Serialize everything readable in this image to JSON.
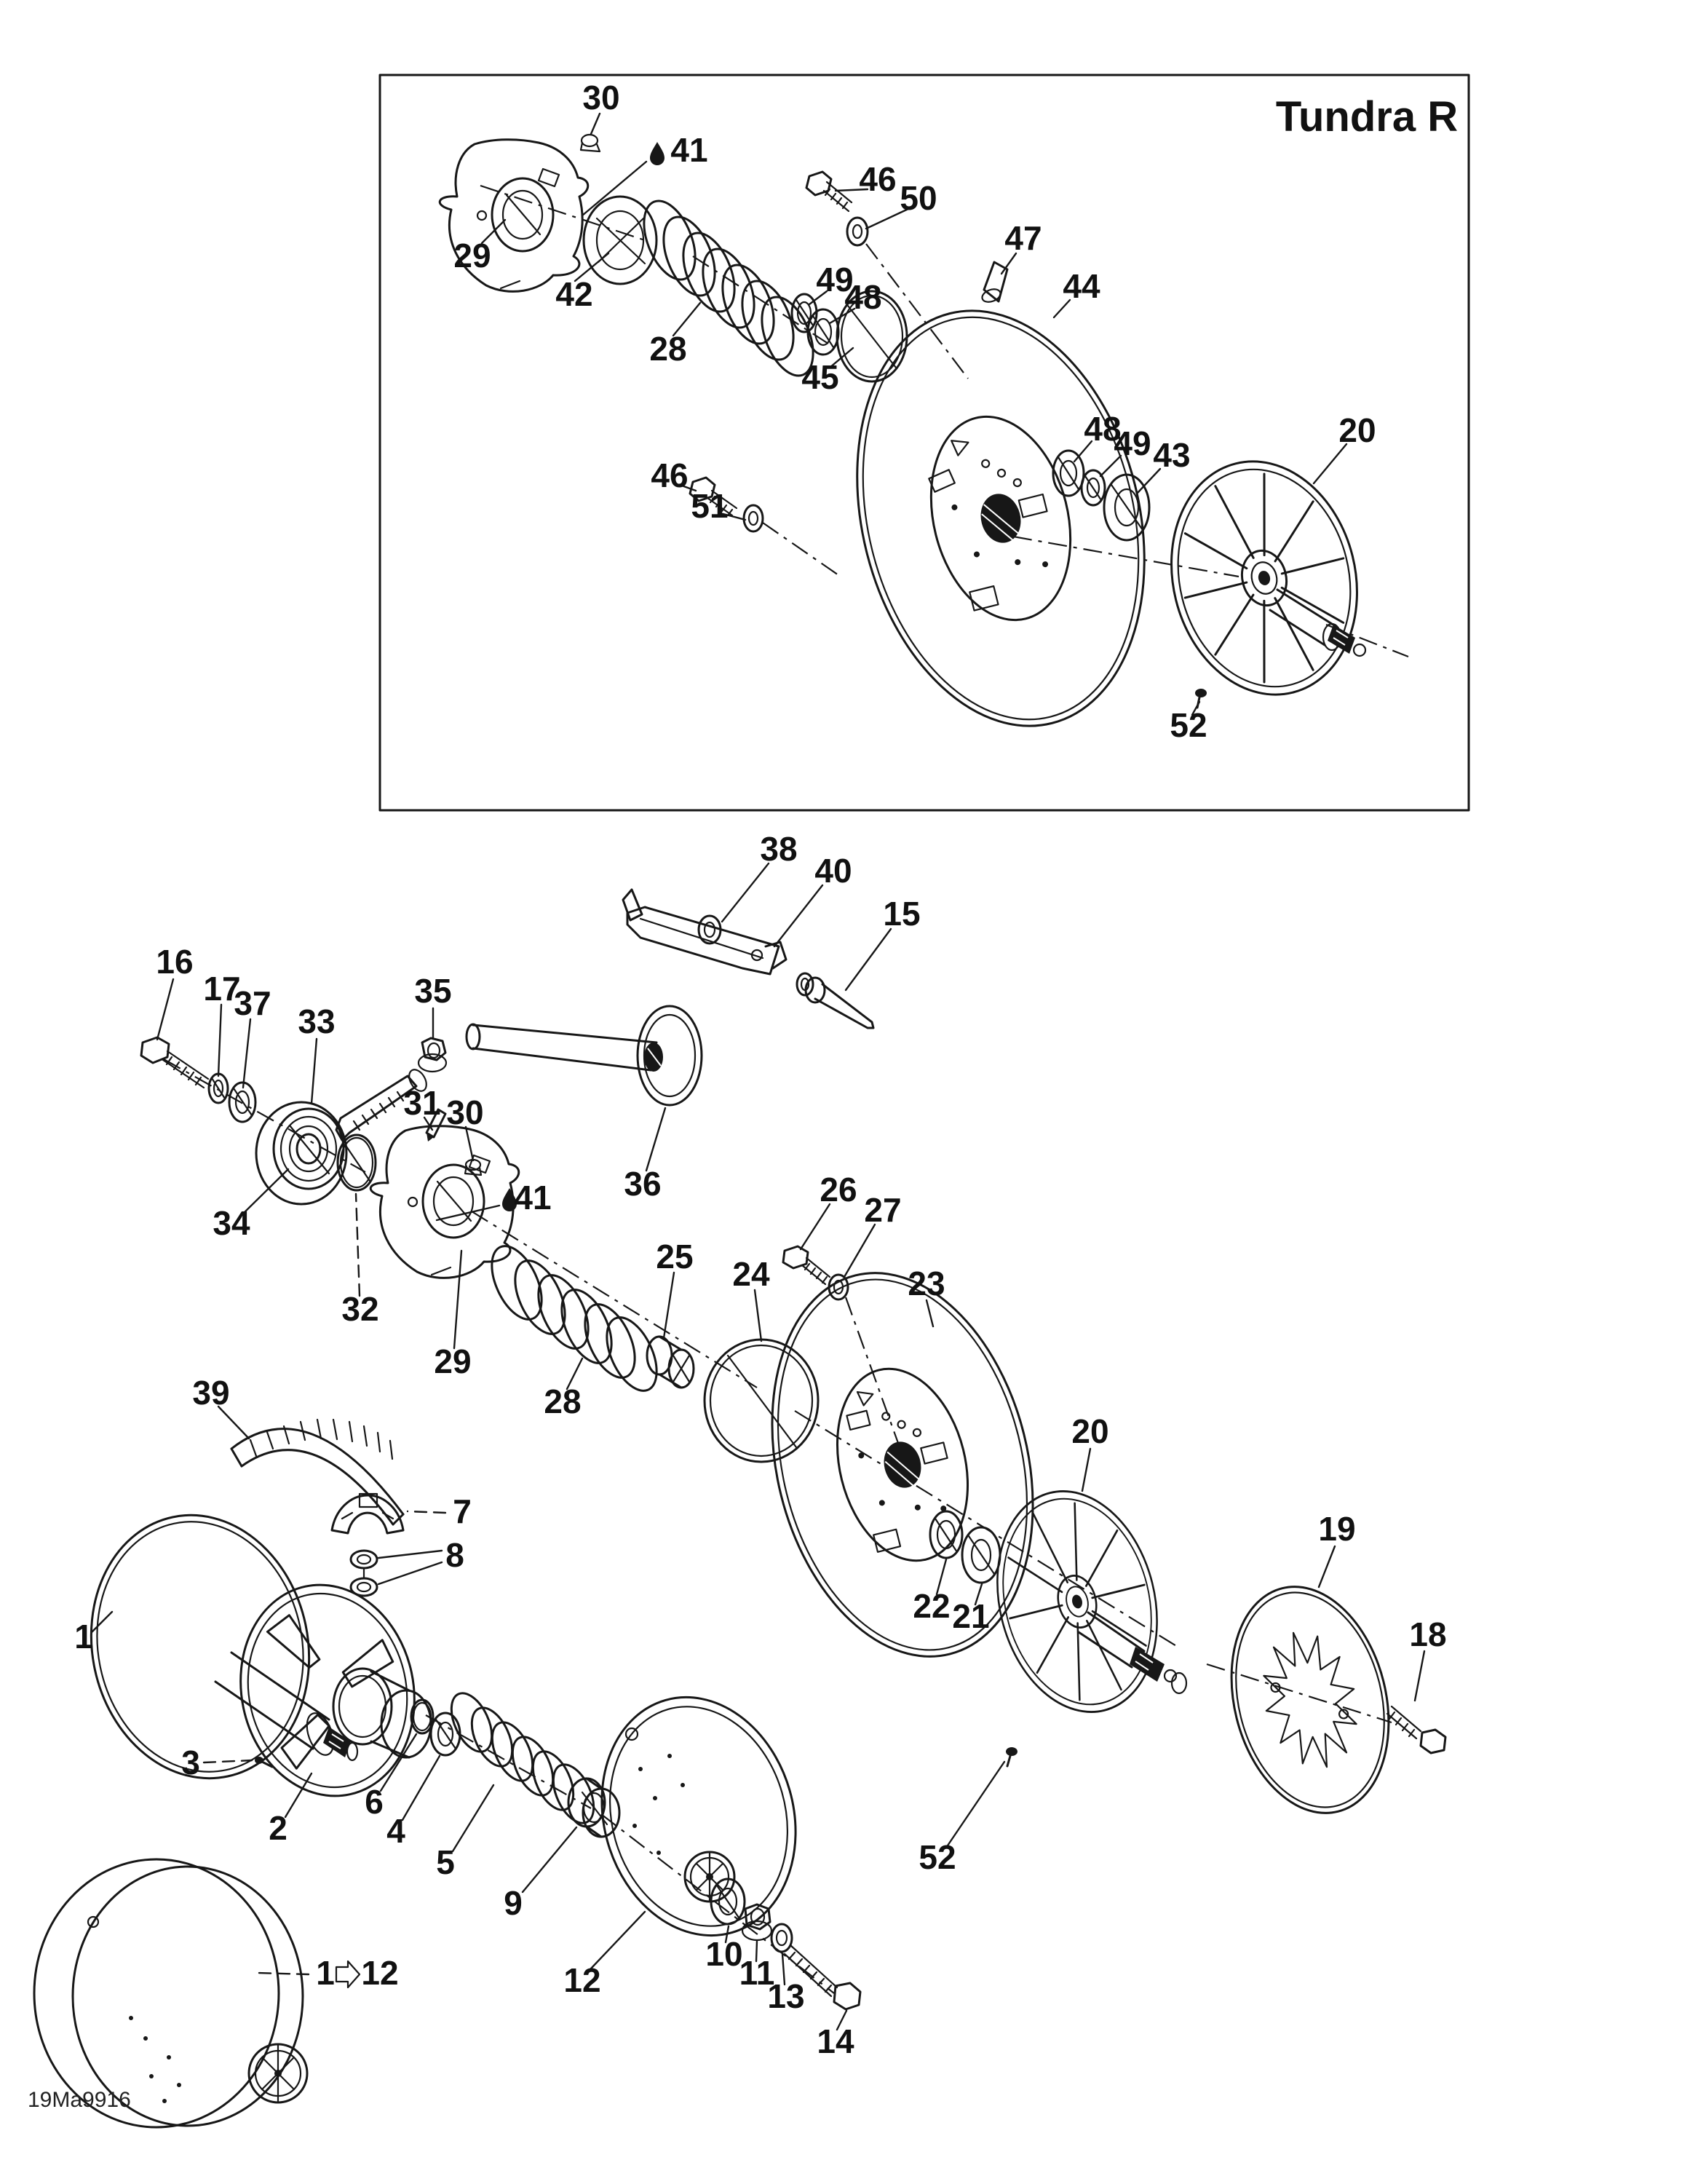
{
  "title": "Tundra R",
  "doc_code": "19Ma9916",
  "group_ref": {
    "from": "1",
    "to": "12"
  },
  "callouts": [
    {
      "id": "box-30",
      "label": "30"
    },
    {
      "id": "box-41",
      "label": "41"
    },
    {
      "id": "box-29",
      "label": "29"
    },
    {
      "id": "box-42",
      "label": "42"
    },
    {
      "id": "box-28",
      "label": "28"
    },
    {
      "id": "box-46a",
      "label": "46"
    },
    {
      "id": "box-50",
      "label": "50"
    },
    {
      "id": "box-49a",
      "label": "49"
    },
    {
      "id": "box-48a",
      "label": "48"
    },
    {
      "id": "box-45",
      "label": "45"
    },
    {
      "id": "box-47",
      "label": "47"
    },
    {
      "id": "box-44",
      "label": "44"
    },
    {
      "id": "box-48b",
      "label": "48"
    },
    {
      "id": "box-49b",
      "label": "49"
    },
    {
      "id": "box-43",
      "label": "43"
    },
    {
      "id": "box-20",
      "label": "20"
    },
    {
      "id": "box-46b",
      "label": "46"
    },
    {
      "id": "box-51",
      "label": "51"
    },
    {
      "id": "box-52",
      "label": "52"
    },
    {
      "id": "mid-38",
      "label": "38"
    },
    {
      "id": "mid-40",
      "label": "40"
    },
    {
      "id": "mid-15",
      "label": "15"
    },
    {
      "id": "mid-16",
      "label": "16"
    },
    {
      "id": "mid-17",
      "label": "17"
    },
    {
      "id": "mid-37",
      "label": "37"
    },
    {
      "id": "mid-33",
      "label": "33"
    },
    {
      "id": "mid-35",
      "label": "35"
    },
    {
      "id": "mid-36",
      "label": "36"
    },
    {
      "id": "mid-31",
      "label": "31"
    },
    {
      "id": "mid-30",
      "label": "30"
    },
    {
      "id": "mid-41",
      "label": "41"
    },
    {
      "id": "mid-34",
      "label": "34"
    },
    {
      "id": "mid-32",
      "label": "32"
    },
    {
      "id": "mid-29",
      "label": "29"
    },
    {
      "id": "mid-28",
      "label": "28"
    },
    {
      "id": "mid-25",
      "label": "25"
    },
    {
      "id": "mid-24",
      "label": "24"
    },
    {
      "id": "mid-26",
      "label": "26"
    },
    {
      "id": "mid-27",
      "label": "27"
    },
    {
      "id": "mid-23",
      "label": "23"
    },
    {
      "id": "mid-22",
      "label": "22"
    },
    {
      "id": "mid-21",
      "label": "21"
    },
    {
      "id": "mid-20",
      "label": "20"
    },
    {
      "id": "mid-19",
      "label": "19"
    },
    {
      "id": "mid-18",
      "label": "18"
    },
    {
      "id": "mid-52",
      "label": "52"
    },
    {
      "id": "bot-39",
      "label": "39"
    },
    {
      "id": "bot-7",
      "label": "7"
    },
    {
      "id": "bot-8",
      "label": "8"
    },
    {
      "id": "bot-1",
      "label": "1"
    },
    {
      "id": "bot-3",
      "label": "3"
    },
    {
      "id": "bot-2",
      "label": "2"
    },
    {
      "id": "bot-6",
      "label": "6"
    },
    {
      "id": "bot-4",
      "label": "4"
    },
    {
      "id": "bot-5",
      "label": "5"
    },
    {
      "id": "bot-9",
      "label": "9"
    },
    {
      "id": "bot-12",
      "label": "12"
    },
    {
      "id": "bot-10",
      "label": "10"
    },
    {
      "id": "bot-11",
      "label": "11"
    },
    {
      "id": "bot-13",
      "label": "13"
    },
    {
      "id": "bot-14",
      "label": "14"
    }
  ]
}
